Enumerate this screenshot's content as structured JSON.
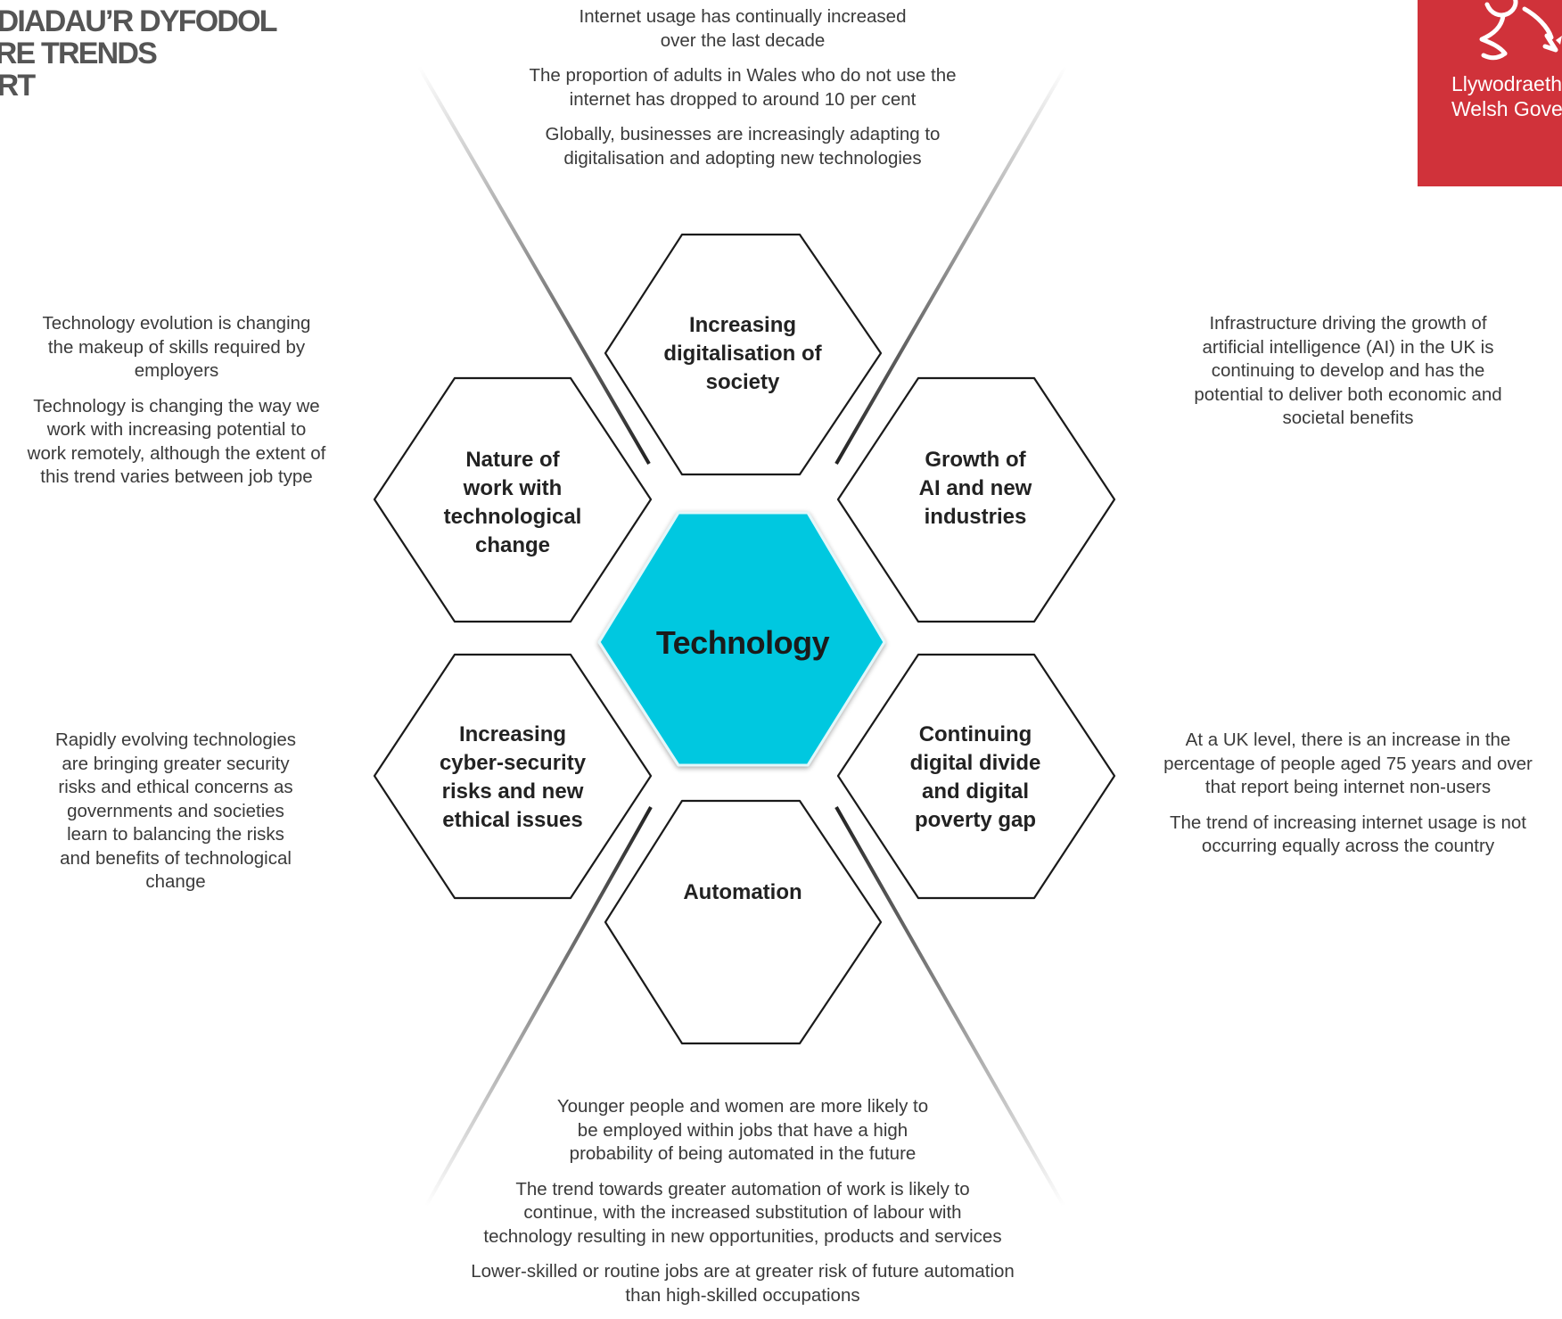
{
  "header": {
    "title_lines": [
      "ODIADAU’R DYFODOL",
      "URE TRENDS",
      "ORT"
    ]
  },
  "logo": {
    "line1": "Llywodraeth",
    "line2": "Welsh Gove",
    "bg_color": "#d0323a"
  },
  "center": {
    "label": "Technology",
    "fill_color": "#00c8e0"
  },
  "hexagons": [
    {
      "id": "top",
      "lines": [
        "Increasing",
        "digitalisation of",
        "society"
      ]
    },
    {
      "id": "upper-left",
      "lines": [
        "Nature of",
        "work with",
        "technological",
        "change"
      ]
    },
    {
      "id": "upper-right",
      "lines": [
        "Growth of",
        "AI and new",
        "industries"
      ]
    },
    {
      "id": "lower-left",
      "lines": [
        "Increasing",
        "cyber-security",
        "risks and new",
        "ethical issues"
      ]
    },
    {
      "id": "lower-right",
      "lines": [
        "Continuing",
        "digital divide",
        "and digital",
        "poverty gap"
      ]
    },
    {
      "id": "bottom",
      "lines": [
        "Automation"
      ]
    }
  ],
  "notes": {
    "top": [
      [
        "Internet usage has continually increased",
        "over the last decade"
      ],
      [
        "The proportion of adults in Wales who do not use the",
        "internet has dropped to around 10 per cent"
      ],
      [
        "Globally, businesses are increasingly adapting to",
        "digitalisation and adopting new technologies"
      ]
    ],
    "upper_left": [
      [
        "Technology evolution is changing",
        "the makeup of skills required by",
        "employers"
      ],
      [
        "Technology is changing the way we",
        "work with increasing potential to",
        "work remotely, although the extent of",
        "this trend varies between job type"
      ]
    ],
    "upper_right": [
      [
        "Infrastructure driving the growth of",
        "artificial intelligence (AI) in the UK is",
        "continuing to develop and has the",
        "potential to deliver both economic and",
        "societal benefits"
      ]
    ],
    "lower_left": [
      [
        "Rapidly evolving technologies",
        "are bringing greater security",
        "risks and ethical concerns as",
        "governments and societies",
        "learn to balancing the risks",
        "and benefits of technological",
        "change"
      ]
    ],
    "lower_right": [
      [
        "At a UK level, there is an increase in the",
        "percentage of people aged 75 years and over",
        "that report being internet non-users"
      ],
      [
        "The trend of increasing internet usage is not",
        "occurring equally across the country"
      ]
    ],
    "bottom": [
      [
        "Younger people and women are more likely to",
        "be employed within jobs that have a high",
        "probability of being automated in the future"
      ],
      [
        "The trend towards greater automation of work is likely to",
        "continue, with the increased substitution of labour with",
        "technology resulting in new opportunities, products and services"
      ],
      [
        "Lower-skilled or routine jobs are at greater risk of future automation",
        "than high-skilled occupations"
      ]
    ]
  }
}
